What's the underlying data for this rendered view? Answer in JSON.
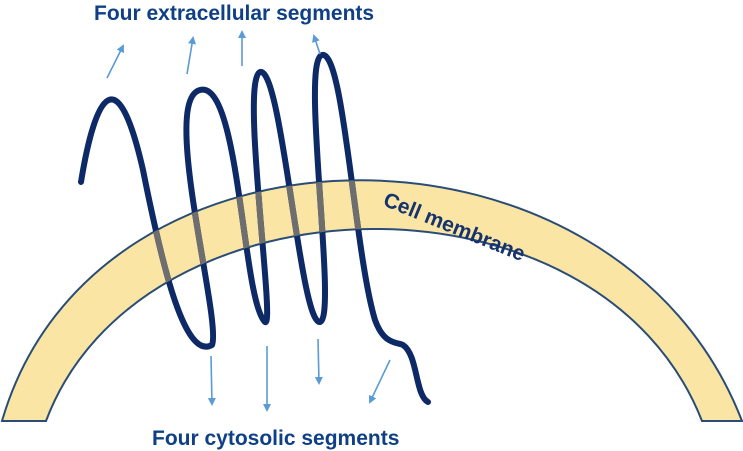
{
  "labels": {
    "top": "Four extracellular segments",
    "bottom": "Four cytosolic segments",
    "membrane": "Cell membrane"
  },
  "colors": {
    "membrane_fill": "#fbe5a5",
    "membrane_stroke": "#2a4d75",
    "protein": "#0d2a66",
    "protein_inside_membrane": "#6e6e6e",
    "arrow": "#5b9bd5",
    "label_text": "#0f3f86"
  },
  "icons": {
    "arrow": "arrow-icon"
  }
}
